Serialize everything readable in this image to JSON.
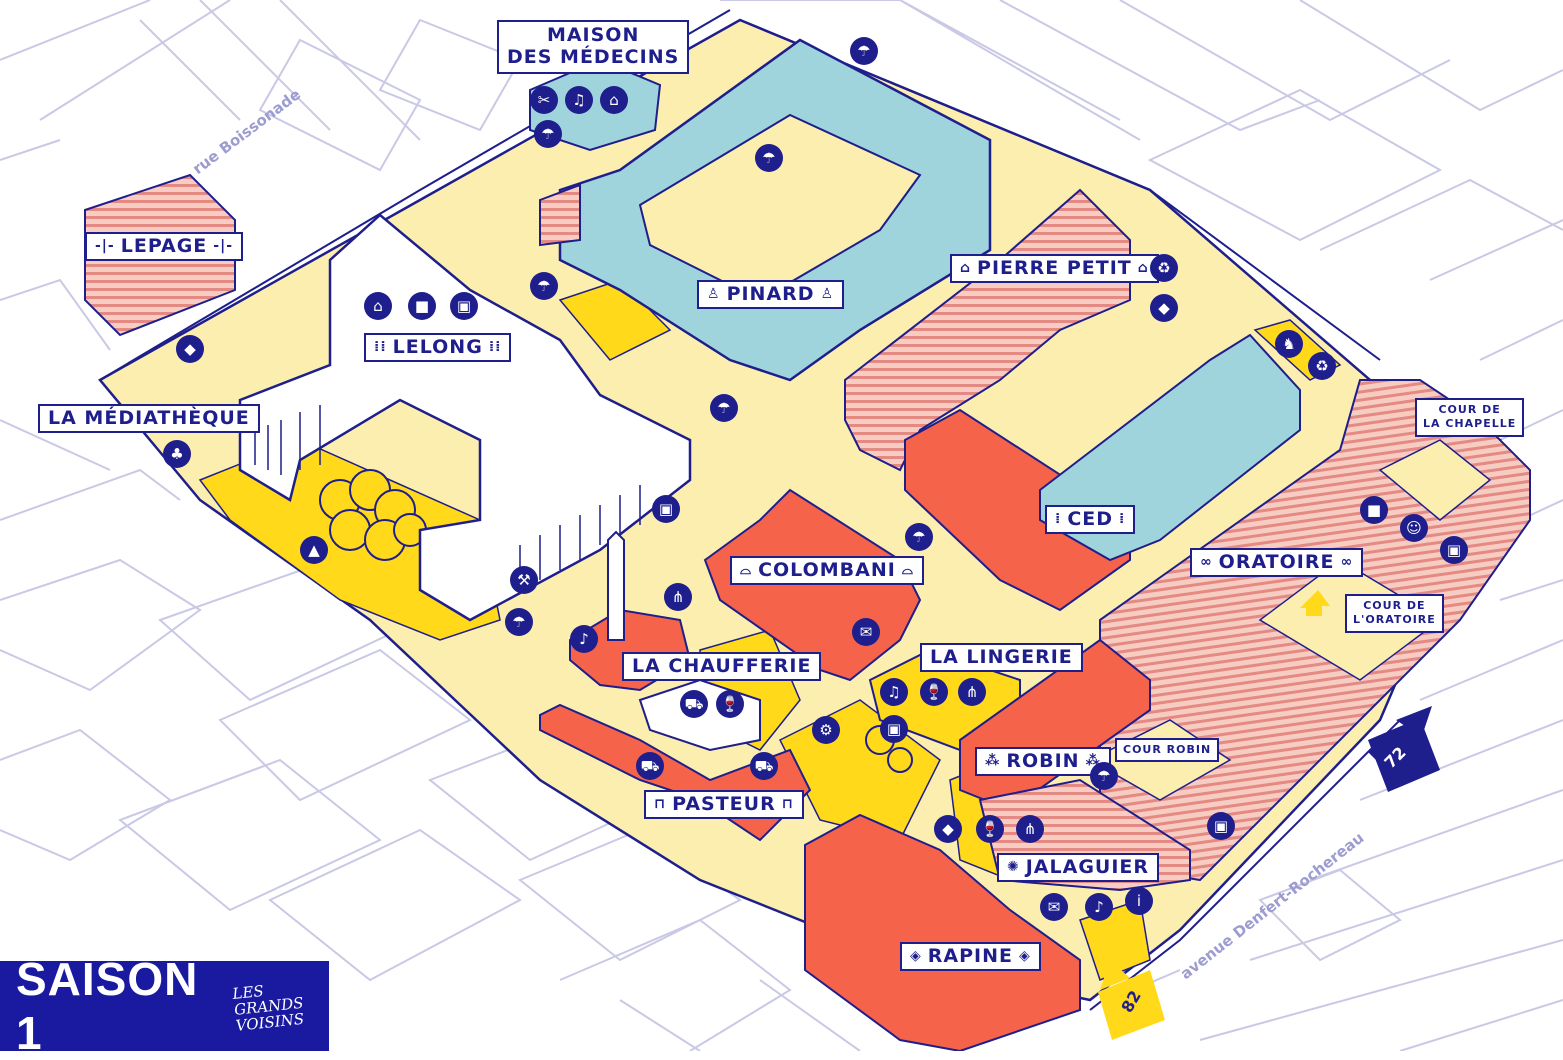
{
  "streets": {
    "boissonade": "rue Boissonade",
    "denfert": "avenue Denfert-Rochereau"
  },
  "buildings": {
    "lepage": "LEPAGE",
    "maison": [
      "MAISON",
      "DES MÉDECINS"
    ],
    "pinard": "PINARD",
    "pierre_petit": "PIERRE PETIT",
    "lelong": "LELONG",
    "mediatheque": "LA MÉDIATHÈQUE",
    "ced": "CED",
    "colombani": "COLOMBANI",
    "oratoire": "ORATOIRE",
    "chaufferie": "LA CHAUFFERIE",
    "lingerie": "LA LINGERIE",
    "robin": "ROBIN",
    "pasteur": "PASTEUR",
    "jalaguier": "JALAGUIER",
    "rapine": "RAPINE"
  },
  "courtyards": {
    "chapelle": [
      "COUR DE",
      "LA CHAPELLE"
    ],
    "oratoire": [
      "COUR DE",
      "L'ORATOIRE"
    ],
    "robin": "COUR ROBIN"
  },
  "bus_stops": {
    "line72": "72",
    "line82": "82"
  },
  "footer": {
    "title": "SAISON 1",
    "brand_line1": "LES GRANDS",
    "brand_line2": "VOISINS"
  },
  "colors": {
    "navy": "#1e1e8c",
    "cream": "#fbeeaf",
    "yellow": "#ffd91a",
    "red": "#f4634a",
    "teal": "#9fd4dc",
    "striped": "#e8a0a0",
    "streets": "#c9c9e6"
  }
}
